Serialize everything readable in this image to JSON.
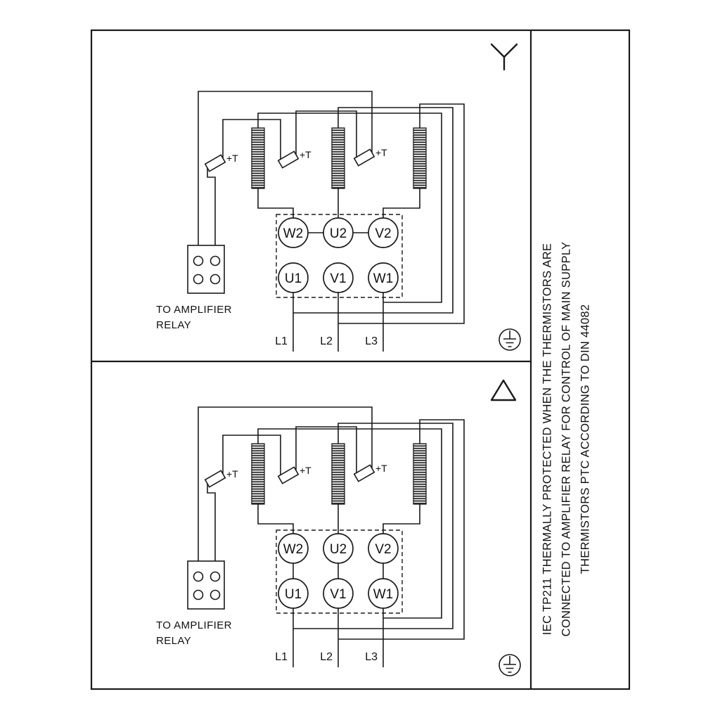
{
  "colors": {
    "ink": "#1a1a1a",
    "background": "#ffffff"
  },
  "side_note": {
    "line1": "IEC TP211 THERMALLY PROTECTED WHEN THE THERMISTORS ARE",
    "line2": "CONNECTED TO AMPLIFIER RELAY FOR CONTROL OF MAIN SUPPLY",
    "line3": "THERMISTORS PTC ACCORDING TO DIN 44082"
  },
  "labels": {
    "thermistor": "+T",
    "amplifier_caption_line1": "TO AMPLIFIER",
    "amplifier_caption_line2": "RELAY",
    "terminals": {
      "w2": "W2",
      "u2": "U2",
      "v2": "V2",
      "u1": "U1",
      "v1": "V1",
      "w1": "W1"
    },
    "supply": {
      "l1": "L1",
      "l2": "L2",
      "l3": "L3"
    }
  },
  "panels": [
    {
      "connection_symbol": "star"
    },
    {
      "connection_symbol": "delta"
    }
  ]
}
